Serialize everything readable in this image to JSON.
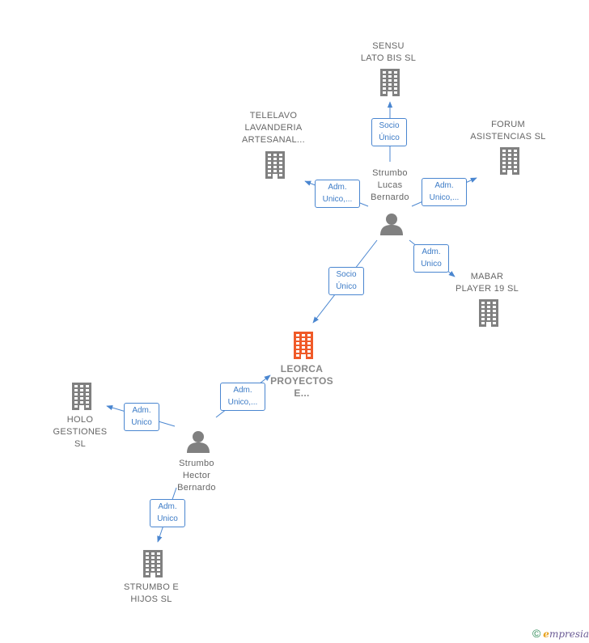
{
  "nodes": [
    {
      "id": "sensu",
      "type": "company",
      "lines": [
        "SENSU",
        "LATO BIS  SL"
      ]
    },
    {
      "id": "telelavo",
      "type": "company",
      "lines": [
        "TELELAVO",
        "LAVANDERIA",
        "ARTESANAL..."
      ]
    },
    {
      "id": "forum",
      "type": "company",
      "lines": [
        "FORUM",
        "ASISTENCIAS SL"
      ]
    },
    {
      "id": "lucas",
      "type": "person",
      "lines": [
        "Strumbo",
        "Lucas",
        "Bernardo"
      ]
    },
    {
      "id": "mabar",
      "type": "company",
      "lines": [
        "MABAR",
        "PLAYER 19  SL"
      ]
    },
    {
      "id": "leorca",
      "type": "company-main",
      "lines": [
        "LEORCA",
        "PROYECTOS",
        "E..."
      ]
    },
    {
      "id": "holo",
      "type": "company",
      "lines": [
        "HOLO",
        "GESTIONES",
        "SL"
      ]
    },
    {
      "id": "hector",
      "type": "person",
      "lines": [
        "Strumbo",
        "Hector",
        "Bernardo"
      ]
    },
    {
      "id": "hijos",
      "type": "company",
      "lines": [
        "STRUMBO E",
        "HIJOS  SL"
      ]
    }
  ],
  "edges": [
    {
      "from": "lucas",
      "to": "sensu",
      "label": [
        "Socio",
        "Único"
      ]
    },
    {
      "from": "lucas",
      "to": "telelavo",
      "label": [
        "Adm.",
        "Unico,..."
      ]
    },
    {
      "from": "lucas",
      "to": "forum",
      "label": [
        "Adm.",
        "Unico,..."
      ]
    },
    {
      "from": "lucas",
      "to": "mabar",
      "label": [
        "Adm.",
        "Unico"
      ]
    },
    {
      "from": "lucas",
      "to": "leorca",
      "label": [
        "Socio",
        "Único"
      ]
    },
    {
      "from": "hector",
      "to": "leorca",
      "label": [
        "Adm.",
        "Unico,..."
      ]
    },
    {
      "from": "hector",
      "to": "holo",
      "label": [
        "Adm.",
        "Unico"
      ]
    },
    {
      "from": "hector",
      "to": "hijos",
      "label": [
        "Adm.",
        "Unico"
      ]
    }
  ],
  "footer": {
    "copyright": "©",
    "brand_e": "e",
    "brand_rest": "mpresia"
  },
  "colors": {
    "company": "#808080",
    "main": "#f05a28",
    "person": "#808080",
    "edge": "#4a86d0"
  }
}
